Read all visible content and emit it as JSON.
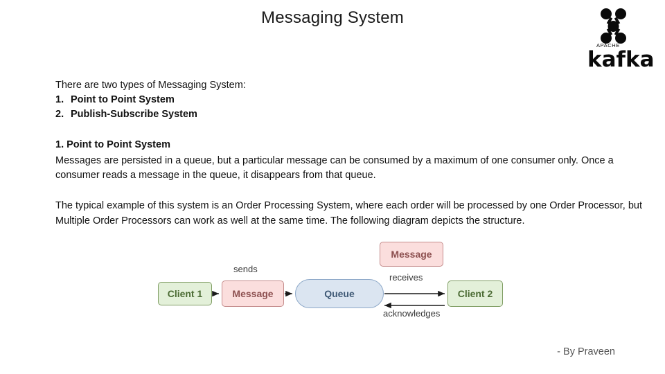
{
  "slide": {
    "title": "Messaging System",
    "intro": {
      "lead": "There are two types of Messaging System:",
      "items": [
        {
          "num": "1.",
          "label": "Point to Point System"
        },
        {
          "num": "2.",
          "label": "Publish-Subscribe System"
        }
      ]
    },
    "section": {
      "heading": "1. Point to Point System",
      "paragraph": "Messages are persisted in a queue, but a particular message can be consumed by a maximum of one consumer only. Once a consumer reads a message in the queue, it disappears from that queue."
    },
    "paragraph2": "The typical example of this system is an Order Processing System, where each order will be processed by one Order Processor, but Multiple Order Processors can work as well at the same time. The following diagram depicts the structure.",
    "byline": "- By Praveen",
    "logo": {
      "wordmark": "kafka",
      "subtext": "APACHE"
    },
    "diagram": {
      "nodes": [
        {
          "id": "client1",
          "label": "Client 1"
        },
        {
          "id": "message1",
          "label": "Message"
        },
        {
          "id": "queue",
          "label": "Queue"
        },
        {
          "id": "message2",
          "label": "Message"
        },
        {
          "id": "client2",
          "label": "Client 2"
        }
      ],
      "edge_labels": [
        {
          "id": "sends",
          "label": "sends"
        },
        {
          "id": "receives",
          "label": "receives"
        },
        {
          "id": "acknowledges",
          "label": "acknowledges"
        }
      ]
    },
    "colors": {
      "client_fill": "#e3f0d9",
      "client_border": "#7f9d63",
      "message_fill": "#fbdedd",
      "message_border": "#c48b8b",
      "queue_fill": "#dbe5f1",
      "queue_border": "#8ea9c9",
      "byline_text": "#555555"
    }
  }
}
